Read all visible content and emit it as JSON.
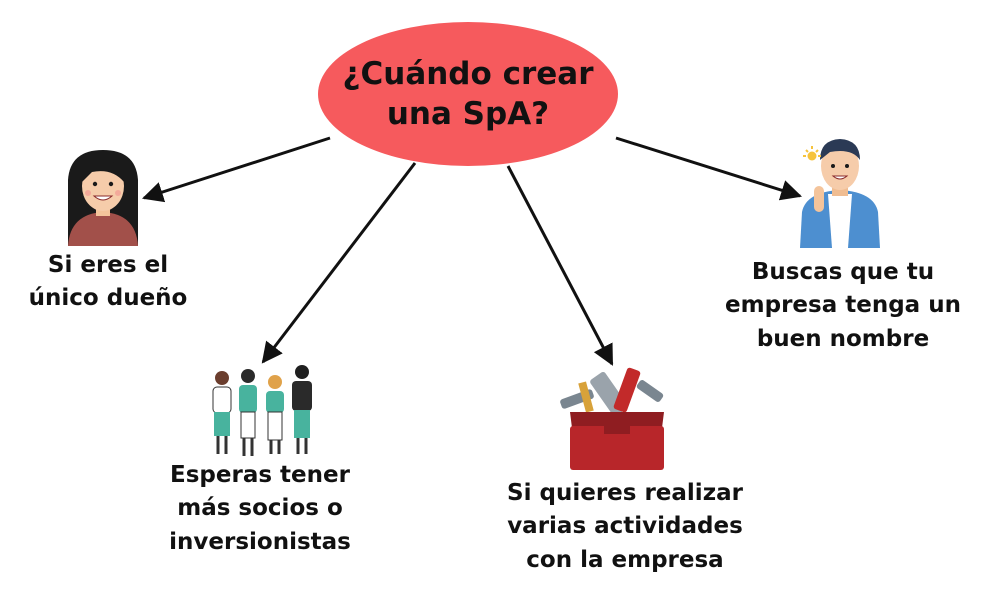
{
  "colors": {
    "center_fill": "#f65a5d",
    "arrow": "#111111",
    "toolbox": "#b8262a",
    "shirt_blue": "#4d8fd0",
    "teal": "#48b39e"
  },
  "center": {
    "line1": "¿Cuándo crear",
    "line2": "una SpA?"
  },
  "branches": {
    "owner": {
      "line1": "Si eres el",
      "line2": "único dueño",
      "icon": "woman-avatar-icon"
    },
    "partners": {
      "line1": "Esperas tener",
      "line2": "más socios o",
      "line3": "inversionistas",
      "icon": "group-people-icon"
    },
    "activities": {
      "line1": "Si quieres realizar",
      "line2": "varias actividades",
      "line3": "con la empresa",
      "icon": "toolbox-icon"
    },
    "name": {
      "line1": "Buscas que tu",
      "line2": "empresa tenga un",
      "line3": "buen nombre",
      "icon": "man-idea-icon"
    }
  }
}
